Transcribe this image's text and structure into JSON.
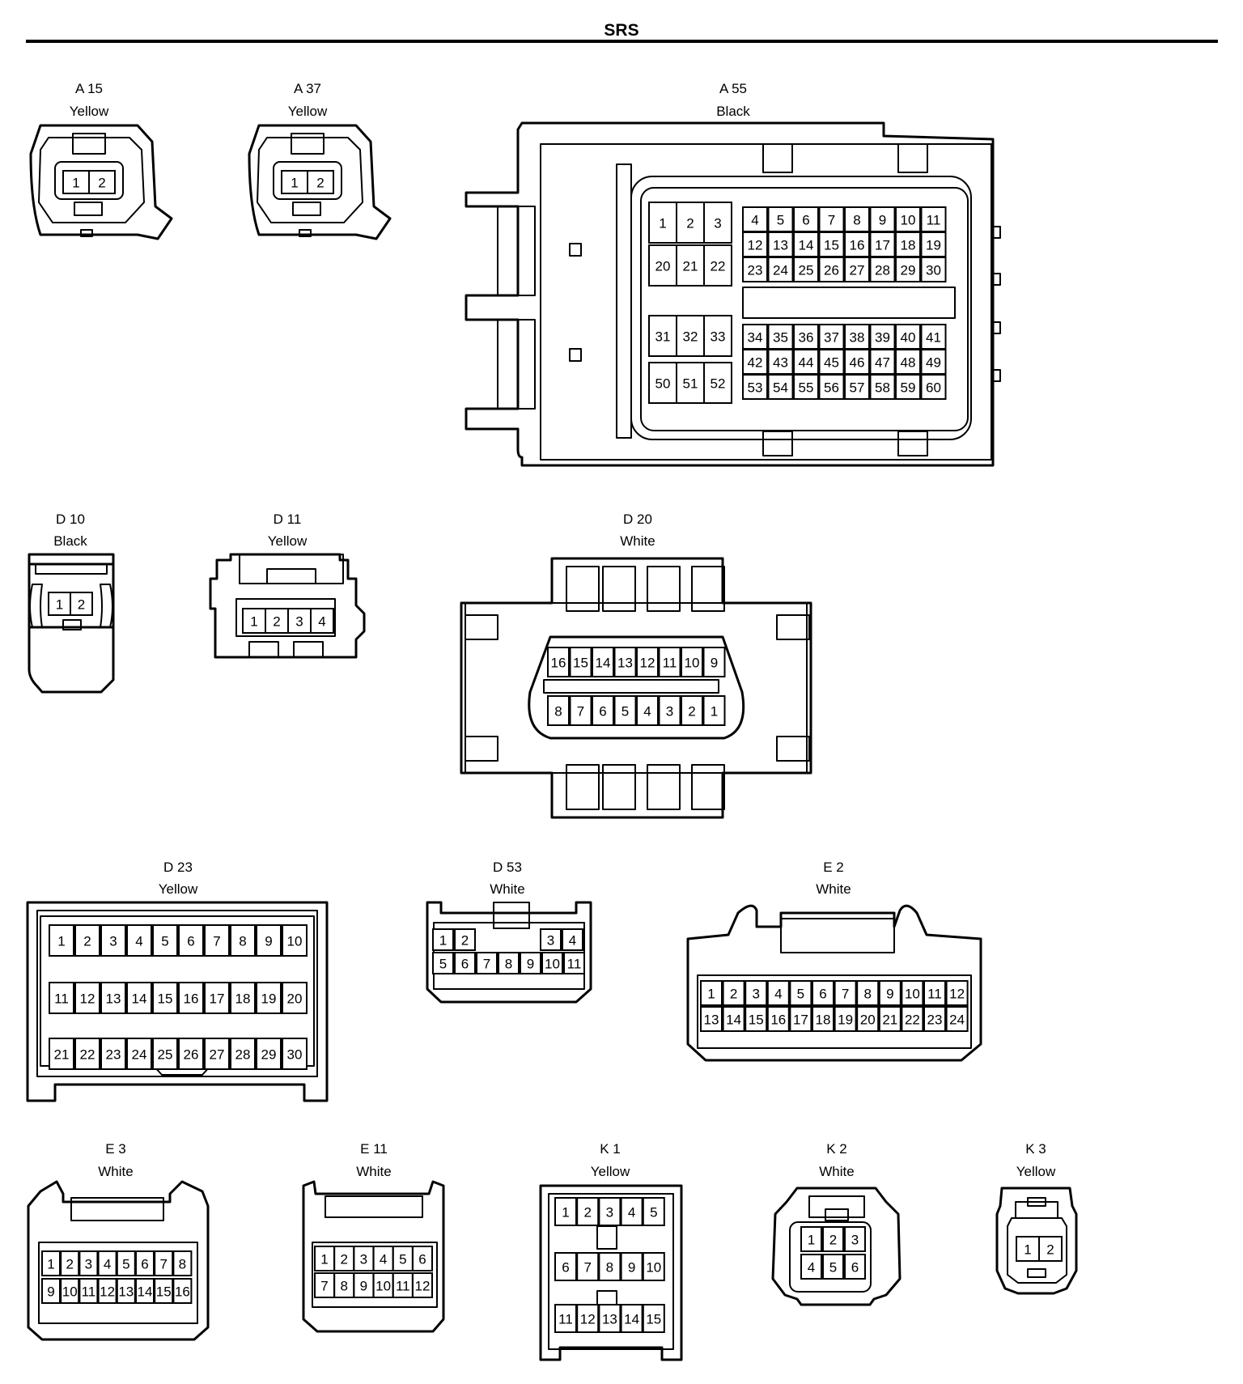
{
  "title": "SRS",
  "connectors": [
    {
      "id": "A 15",
      "color": "Yellow",
      "pins": [
        "1",
        "2"
      ]
    },
    {
      "id": "A 37",
      "color": "Yellow",
      "pins": [
        "1",
        "2"
      ]
    },
    {
      "id": "A 55",
      "color": "Black",
      "pins": [
        "1",
        "2",
        "3",
        "4",
        "5",
        "6",
        "7",
        "8",
        "9",
        "10",
        "11",
        "12",
        "13",
        "14",
        "15",
        "16",
        "17",
        "18",
        "19",
        "20",
        "21",
        "22",
        "23",
        "24",
        "25",
        "26",
        "27",
        "28",
        "29",
        "30",
        "31",
        "32",
        "33",
        "34",
        "35",
        "36",
        "37",
        "38",
        "39",
        "40",
        "41",
        "42",
        "43",
        "44",
        "45",
        "46",
        "47",
        "48",
        "49",
        "50",
        "51",
        "52",
        "53",
        "54",
        "55",
        "56",
        "57",
        "58",
        "59",
        "60"
      ]
    },
    {
      "id": "D 10",
      "color": "Black",
      "pins": [
        "1",
        "2"
      ]
    },
    {
      "id": "D 11",
      "color": "Yellow",
      "pins": [
        "1",
        "2",
        "3",
        "4"
      ]
    },
    {
      "id": "D 20",
      "color": "White",
      "pins": [
        "16",
        "15",
        "14",
        "13",
        "12",
        "11",
        "10",
        "9",
        "8",
        "7",
        "6",
        "5",
        "4",
        "3",
        "2",
        "1"
      ]
    },
    {
      "id": "D 23",
      "color": "Yellow",
      "pins": [
        "1",
        "2",
        "3",
        "4",
        "5",
        "6",
        "7",
        "8",
        "9",
        "10",
        "11",
        "12",
        "13",
        "14",
        "15",
        "16",
        "17",
        "18",
        "19",
        "20",
        "21",
        "22",
        "23",
        "24",
        "25",
        "26",
        "27",
        "28",
        "29",
        "30"
      ]
    },
    {
      "id": "D 53",
      "color": "White",
      "pins": [
        "1",
        "2",
        "3",
        "4",
        "5",
        "6",
        "7",
        "8",
        "9",
        "10",
        "11"
      ]
    },
    {
      "id": "E 2",
      "color": "White",
      "pins": [
        "1",
        "2",
        "3",
        "4",
        "5",
        "6",
        "7",
        "8",
        "9",
        "10",
        "11",
        "12",
        "13",
        "14",
        "15",
        "16",
        "17",
        "18",
        "19",
        "20",
        "21",
        "22",
        "23",
        "24"
      ]
    },
    {
      "id": "E 3",
      "color": "White",
      "pins": [
        "1",
        "2",
        "3",
        "4",
        "5",
        "6",
        "7",
        "8",
        "9",
        "10",
        "11",
        "12",
        "13",
        "14",
        "15",
        "16"
      ]
    },
    {
      "id": "E 11",
      "color": "White",
      "pins": [
        "1",
        "2",
        "3",
        "4",
        "5",
        "6",
        "7",
        "8",
        "9",
        "10",
        "11",
        "12"
      ]
    },
    {
      "id": "K 1",
      "color": "Yellow",
      "pins": [
        "1",
        "2",
        "3",
        "4",
        "5",
        "6",
        "7",
        "8",
        "9",
        "10",
        "11",
        "12",
        "13",
        "14",
        "15"
      ]
    },
    {
      "id": "K 2",
      "color": "White",
      "pins": [
        "1",
        "2",
        "3",
        "4",
        "5",
        "6"
      ]
    },
    {
      "id": "K 3",
      "color": "Yellow",
      "pins": [
        "1",
        "2"
      ]
    }
  ]
}
